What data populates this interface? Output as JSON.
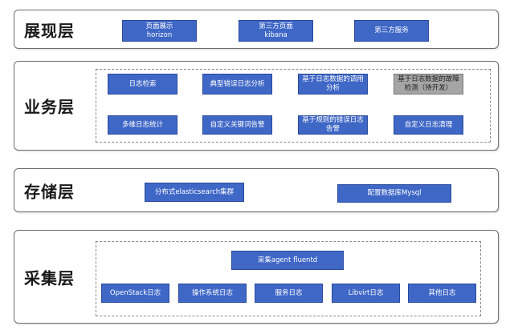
{
  "layers": {
    "presentation": {
      "title": "展现层",
      "boxes": [
        "页面展示\nhorizon",
        "第三方页面\nkibana",
        "第三方服务"
      ]
    },
    "business": {
      "title": "业务层",
      "boxes": [
        "日志检索",
        "典型错误日志分析",
        "基于日志数据的调用分析",
        "基于日志数据的故障检测（待开发）",
        "多维日志统计",
        "自定义关键词告警",
        "基于规则的错误日志告警",
        "自定义日志清理"
      ]
    },
    "storage": {
      "title": "存储层",
      "boxes": [
        "分布式elasticsearch集群",
        "配置数据库Mysql"
      ]
    },
    "collection": {
      "title": "采集层",
      "agent": "采集agent  fluentd",
      "boxes": [
        "OpenStack日志",
        "操作系统日志",
        "服务日志",
        "Libvirt日志",
        "其他日志"
      ]
    }
  },
  "colors": {
    "box_fill": "#3f67c6",
    "box_disabled": "#a5a5a5",
    "frame": "#6e6e6e"
  }
}
